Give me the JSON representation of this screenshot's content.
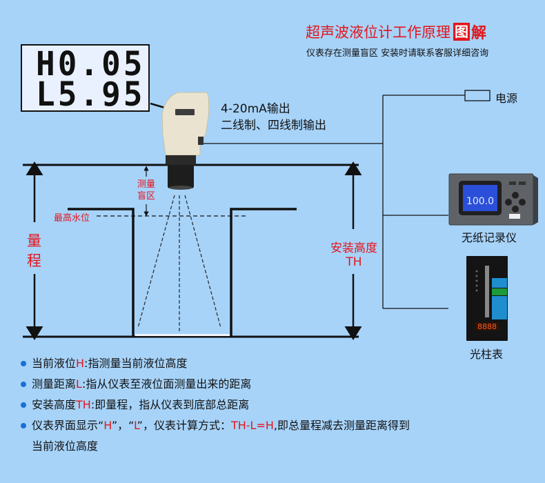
{
  "header": {
    "title": "超声波液位计工作原理",
    "title_badge": "图",
    "title_badge2": "解",
    "subtitle": "仪表存在测量盲区  安装时请联系客服详细咨询"
  },
  "lcd_display": {
    "line1": "H0.05",
    "line2": "L5.95"
  },
  "output": {
    "line1": "4-20mA输出",
    "line2": "二线制、四线制输出"
  },
  "devices": {
    "power_label": "电源",
    "recorder_label": "无纸记录仪",
    "recorder_screen_value": "100.0",
    "bargraph_label": "光柱表",
    "bargraph_display": "8888"
  },
  "diagram_labels": {
    "blind_zone_line1": "测量",
    "blind_zone_line2": "盲区",
    "max_level": "最高水位",
    "range_line1": "量",
    "range_line2": "程",
    "install_height_line1": "安装高度",
    "install_height_line2": "TH"
  },
  "notes": [
    {
      "prefix": "当前液位",
      "key": "H",
      "suffix": ":指测量当前液位高度"
    },
    {
      "prefix": "测量距离",
      "key": "L",
      "suffix": ":指从仪表至液位面测量出来的距离"
    },
    {
      "prefix": "安装高度",
      "key": "TH",
      "suffix": ":即量程，指从仪表到底部总距离"
    },
    {
      "prefix": "仪表界面显示“",
      "key": "H",
      "mid1": "”，“",
      "key2": "L",
      "mid2": "”，仪表计算方式：",
      "formula": "TH-L=H",
      "suffix": ",即总量程减去测量距离得到",
      "cont": "当前液位高度"
    }
  ],
  "colors": {
    "background": "#a7d3f9",
    "accent_red": "#e4141b",
    "bullet_blue": "#1a6fd4"
  }
}
